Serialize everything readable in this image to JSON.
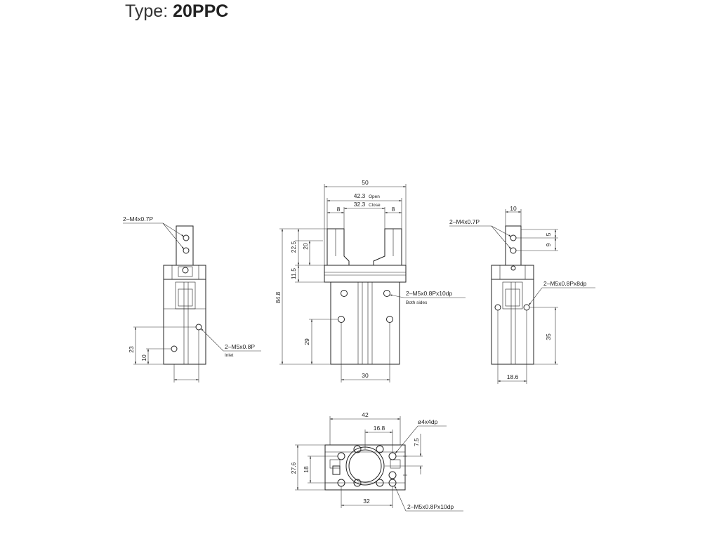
{
  "title": {
    "prefix": "Type: ",
    "model": "20PPC"
  },
  "left_view": {
    "callout_top": "2–M4x0.7P",
    "callout_port": "2–M5x0.8P",
    "callout_port_note": "Inlet",
    "dim_23": "23",
    "dim_10": "10"
  },
  "front_view": {
    "dim_width": "50",
    "dim_open": "42.3",
    "open_label": "Open",
    "dim_close": "32.3",
    "close_label": "Close",
    "dim_8_left": "8",
    "dim_8_right": "8",
    "dim_height": "84.8",
    "dim_22_5": "22.5",
    "dim_20": "20",
    "dim_11_5": "11.5",
    "dim_29": "29",
    "dim_30": "30",
    "callout_mount": "2–M5x0.8Px10dp",
    "callout_mount_note": "Both sides"
  },
  "right_view": {
    "dim_10": "10",
    "dim_5": "5",
    "dim_9": "9",
    "callout_top": "2–M4x0.7P",
    "callout_mount": "2–M5x0.8Px8dp",
    "dim_35": "35",
    "dim_18_6": "18.6"
  },
  "bottom_view": {
    "dim_42": "42",
    "dim_16_8": "16.8",
    "dim_7_5": "7.5",
    "callout_pin": "ø4x4dp",
    "dim_27_6": "27.6",
    "dim_18": "18",
    "dim_32": "32",
    "callout_mount": "2–M5x0.8Px10dp"
  }
}
